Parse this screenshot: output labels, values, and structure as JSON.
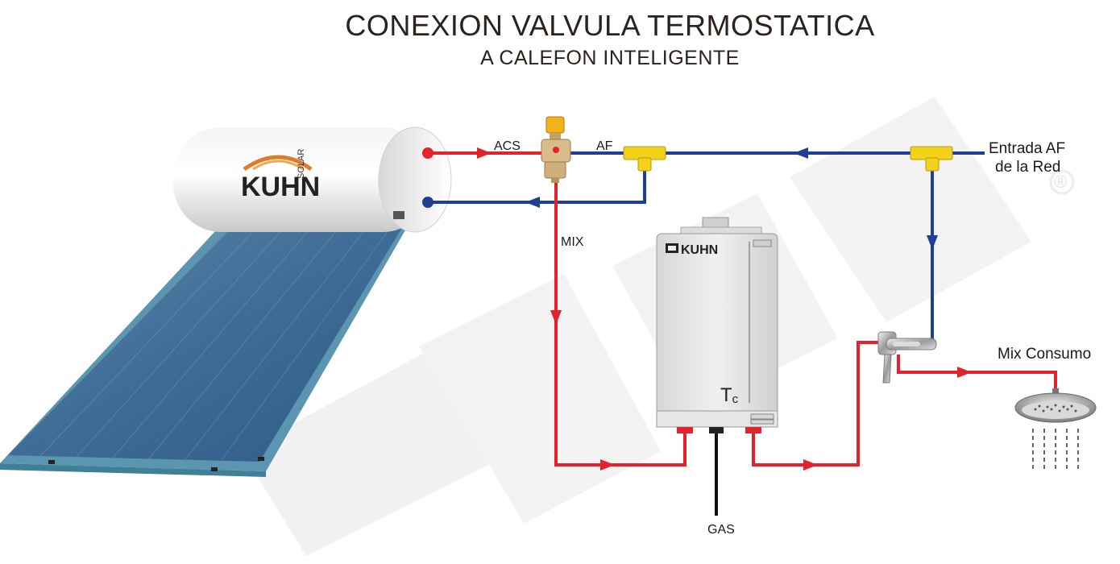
{
  "title": "CONEXION VALVULA TERMOSTATICA",
  "subtitle": "A CALEFON INTELIGENTE",
  "labels": {
    "acs": "ACS",
    "af": "AF",
    "mix": "MIX",
    "entrada_line1": "Entrada AF",
    "entrada_line2": "de la Red",
    "mix_consumo": "Mix Consumo",
    "gas": "GAS",
    "heater_mark": "T",
    "heater_mark_sub": "c"
  },
  "brand": {
    "name": "KUHN",
    "tank_tagline": "SOLAR",
    "heater_name": "KUHN",
    "registered": "®"
  },
  "colors": {
    "hot_pipe": "#e3222b",
    "cold_pipe": "#1f3f95",
    "gas_pipe": "#111111",
    "tee_fitting": "#f2d21a",
    "brand_orange": "#e07b27",
    "panel_blue": "#3e6a93",
    "watermark": "#ececec"
  },
  "icons": [
    "solar-water-heater-icon",
    "thermostatic-valve-icon",
    "tee-fitting-icon",
    "gas-water-heater-icon",
    "mixer-faucet-icon",
    "shower-head-icon"
  ]
}
